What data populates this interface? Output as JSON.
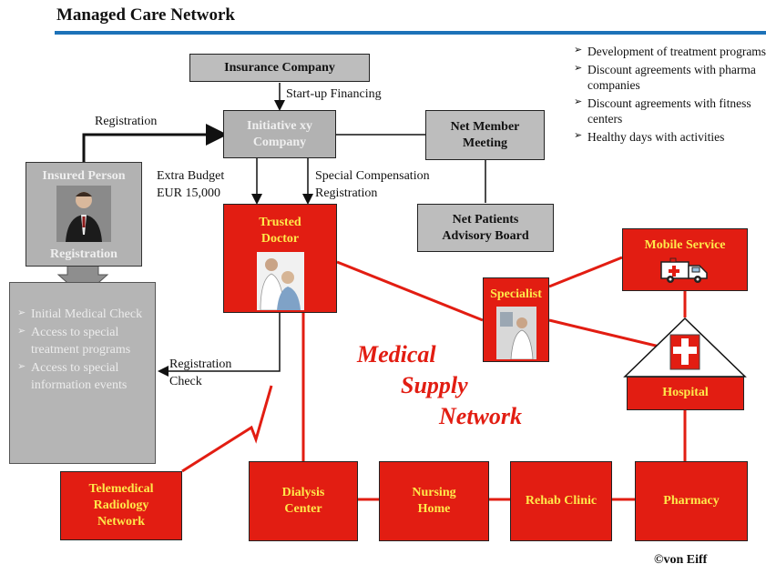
{
  "title": "Managed Care Network",
  "nodes": {
    "insurance_company": "Insurance Company",
    "initiative_company": "Initiative xy Company",
    "net_member_meeting": "Net Member Meeting",
    "net_patients_advisory_board": "Net Patients Advisory Board",
    "insured_person": "Insured Person",
    "insured_person_sub": "Registration",
    "trusted_doctor": "Trusted Doctor",
    "specialist": "Specialist",
    "mobile_service": "Mobile Service",
    "hospital": "Hospital",
    "telemedical": "Telemedical Radiology Network",
    "dialysis": "Dialysis Center",
    "nursing_home": "Nursing Home",
    "rehab_clinic": "Rehab Clinic",
    "pharmacy": "Pharmacy"
  },
  "edge_labels": {
    "startup_financing": "Start-up Financing",
    "registration": "Registration",
    "extra_budget_1": "Extra Budget",
    "extra_budget_2": "EUR 15,000",
    "special_comp_1": "Special Compensation",
    "special_comp_2": "Registration",
    "reg_check_1": "Registration",
    "reg_check_2": "Check"
  },
  "top_bullets": [
    "Development of treatment programs",
    "Discount agreements with pharma companies",
    "Discount agreements with fitness centers",
    "Healthy days with activities"
  ],
  "patient_benefits": [
    "Initial Medical Check",
    "Access to special treatment programs",
    "Access to special information events"
  ],
  "network_label": [
    "Medical",
    "Supply",
    "Network"
  ],
  "copyright": "©von Eiff",
  "colors": {
    "accent_red": "#e21d12",
    "label_yellow": "#ffe94a",
    "box_gray": "#bdbdbd",
    "title_rule": "#1d72b8"
  }
}
